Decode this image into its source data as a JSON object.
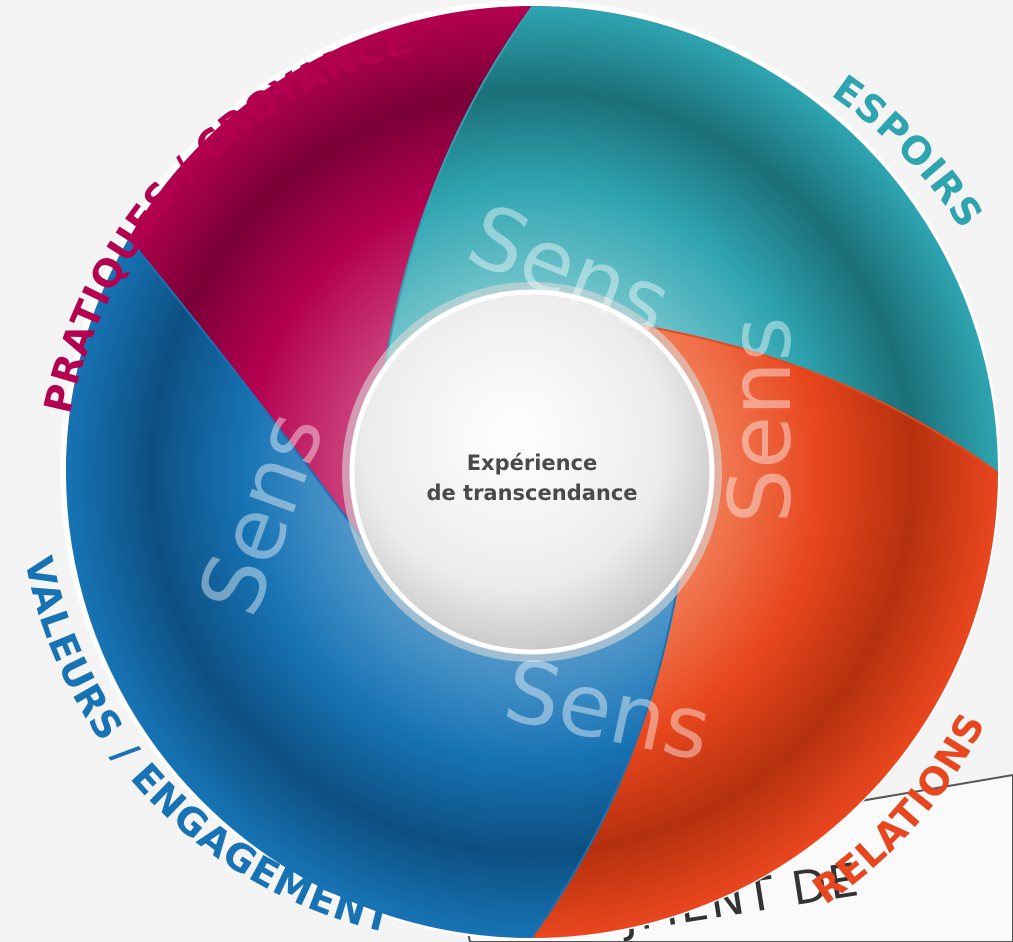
{
  "segments": [
    {
      "id": "pratiques",
      "label": "PRATIQUES / CROYANCES",
      "color": "#b3004f",
      "dark": "#7a0036",
      "light": "#d04d85"
    },
    {
      "id": "espoirs",
      "label": "ESPOIRS",
      "color": "#2ea4b0",
      "dark": "#1b6f78",
      "light": "#7fcad1"
    },
    {
      "id": "relations",
      "label": "RELATIONS",
      "color": "#e8461e",
      "dark": "#b5300e",
      "light": "#f38660"
    },
    {
      "id": "valeurs",
      "label": "VALEURS / ENGAGEMENTS",
      "color": "#1773b4",
      "dark": "#0d4f82",
      "light": "#5d9fcf"
    }
  ],
  "sens_words": [
    "Sens",
    "Sens",
    "Sens",
    "Sens"
  ],
  "center": {
    "line1": "Expérience",
    "line2": "de transcendance"
  },
  "document_fragment": "JMENT DE"
}
